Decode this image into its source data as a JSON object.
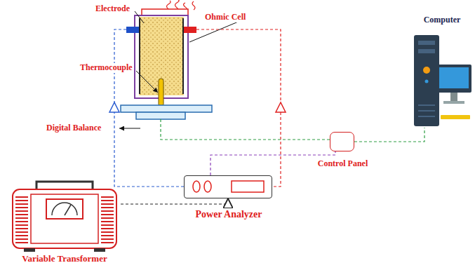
{
  "diagram": {
    "nodes": [
      {
        "text": [
          "Computer"
        ]
      },
      {
        "text": [
          "Control Panel"
        ]
      },
      {
        "text": [
          "Power Analyzer"
        ]
      },
      {
        "text": [
          "Variable Transformer"
        ]
      }
    ],
    "edges": [
      {
        "from": 3,
        "to": 2,
        "arrow": "to"
      },
      {
        "from": 2,
        "to": 1,
        "arrow": "none"
      },
      {
        "from": 1,
        "to": 0,
        "arrow": "none"
      }
    ],
    "labels": [
      "Electrode",
      "Ohmic Cell",
      "Thermocouple",
      "Digital Balance"
    ]
  }
}
